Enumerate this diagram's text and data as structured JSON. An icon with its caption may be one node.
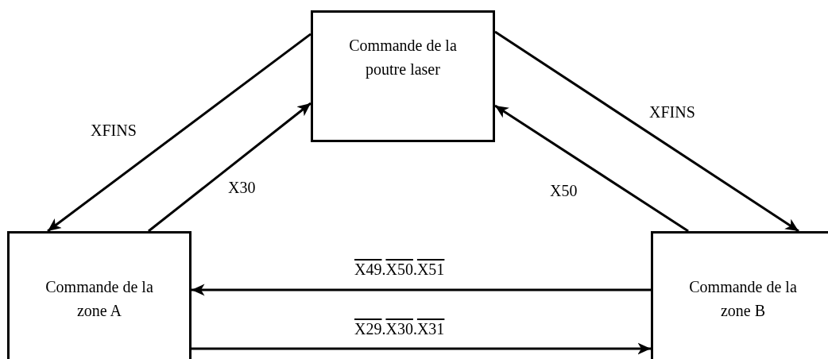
{
  "diagram": {
    "nodes": [
      {
        "text": [
          "Commande de la poutre laser"
        ]
      },
      {
        "text": [
          "Commande de la zone A"
        ]
      },
      {
        "text": [
          "Commande de la zone B"
        ]
      }
    ],
    "edges": [
      {
        "from": 0,
        "to": 1,
        "arrow": "to",
        "label": "XFINS"
      },
      {
        "from": 1,
        "to": 0,
        "arrow": "to",
        "label": "X30"
      },
      {
        "from": 2,
        "to": 0,
        "arrow": "to",
        "label": "X50"
      },
      {
        "from": 0,
        "to": 2,
        "arrow": "to",
        "label": "XFINS"
      },
      {
        "from": 2,
        "to": 1,
        "arrow": "to",
        "label": "X49.X50.X51"
      },
      {
        "from": 1,
        "to": 2,
        "arrow": "to",
        "label": "X29.X30.X31"
      }
    ]
  }
}
